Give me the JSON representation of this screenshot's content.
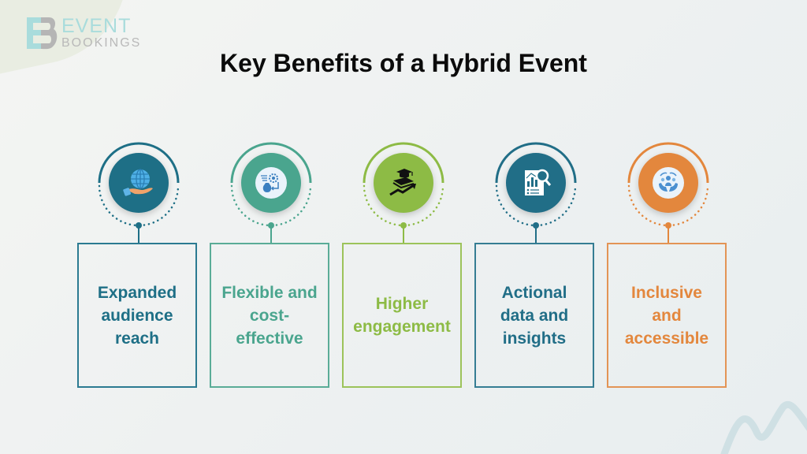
{
  "logo": {
    "line1": "EVENT",
    "line2": "BOOKINGS"
  },
  "title": "Key Benefits of a Hybrid Event",
  "benefits": [
    {
      "label": "Expanded audience reach",
      "icon": "globe-in-hand-icon",
      "color": "#1e6f86"
    },
    {
      "label": "Flexible and cost-effective",
      "icon": "money-bag-gear-icon",
      "color": "#4aa58e"
    },
    {
      "label": "Higher engagement",
      "icon": "graduation-cap-growth-icon",
      "color": "#8dbb45"
    },
    {
      "label": "Actional data and insights",
      "icon": "report-magnifier-icon",
      "color": "#216e87"
    },
    {
      "label": "Inclusive and accessible",
      "icon": "people-in-hands-icon",
      "color": "#e3873d"
    }
  ]
}
